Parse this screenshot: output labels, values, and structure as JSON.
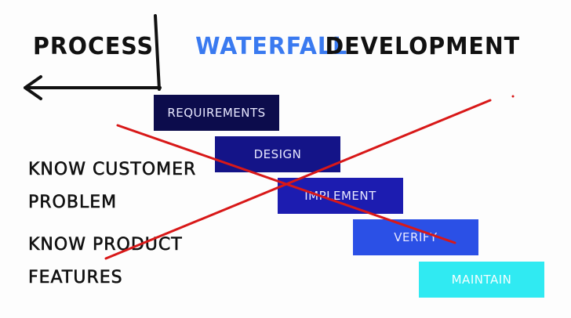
{
  "header": {
    "process": "Process",
    "waterfall": "Waterfall",
    "development": "Development"
  },
  "stages": [
    {
      "label": "Requirements",
      "color": "#0c0c4c"
    },
    {
      "label": "Design",
      "color": "#141488"
    },
    {
      "label": "Implement",
      "color": "#1c1cb0"
    },
    {
      "label": "Verify",
      "color": "#2b50e6"
    },
    {
      "label": "Maintain",
      "color": "#30eaf2"
    }
  ],
  "notes": {
    "customer": "Know customer problem",
    "product": "Know product features"
  },
  "colors": {
    "accent": "#3a7af0",
    "strike": "#d81818",
    "ink": "#111111"
  }
}
